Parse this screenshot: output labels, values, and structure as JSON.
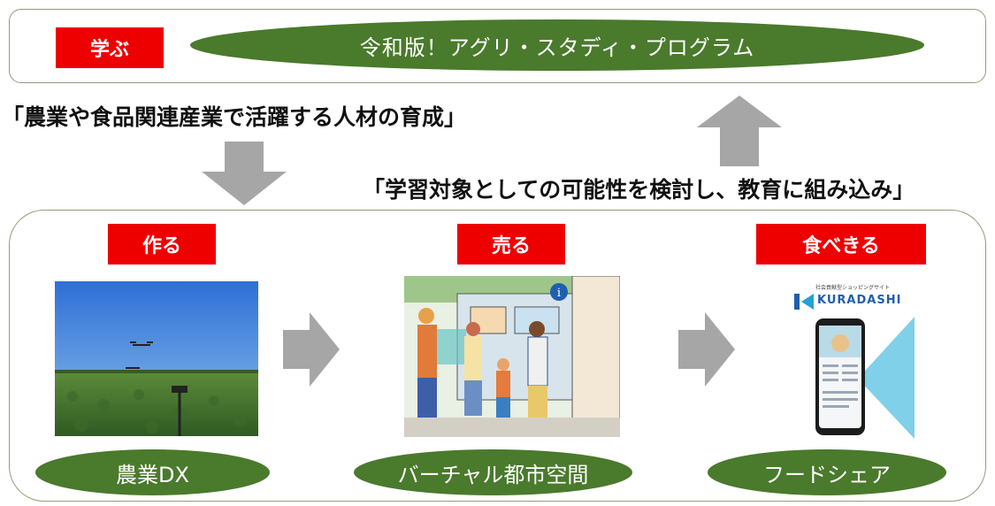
{
  "top_panel": {
    "label": "学ぶ",
    "program": "令和版！アグリ・スタディ・プログラム"
  },
  "quote_left": "「農業や食品関連産業で活躍する人材の育成」",
  "quote_right": "「学習対象としての可能性を検討し、教育に組み込み」",
  "steps": [
    {
      "label": "作る",
      "caption": "農業DX"
    },
    {
      "label": "売る",
      "caption": "バーチャル都市空間"
    },
    {
      "label": "食べきる",
      "caption": "フードシェア"
    }
  ],
  "kuradashi": {
    "subtitle": "社会貢献型ショッピングサイト",
    "brand": "KURADASHI"
  },
  "colors": {
    "red": "#ee0000",
    "green": "#4a7a2c",
    "arrow_gray": "#a6a6a6"
  }
}
